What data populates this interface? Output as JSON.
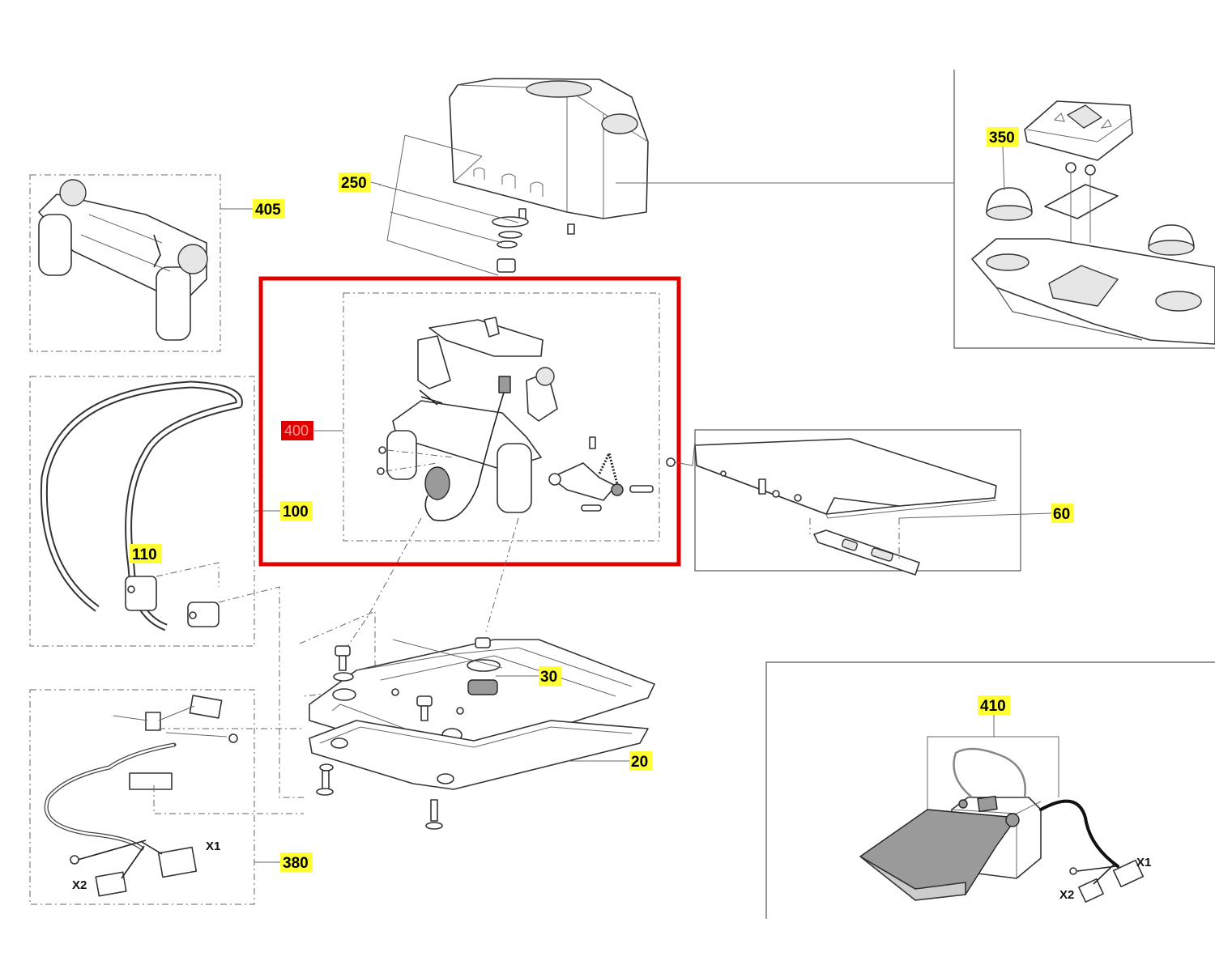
{
  "callouts": {
    "c405": "405",
    "c250": "250",
    "c350": "350",
    "c400": "400",
    "c100": "100",
    "c110": "110",
    "c60": "60",
    "c30": "30",
    "c20": "20",
    "c410": "410",
    "c380": "380"
  },
  "connectors": {
    "harness_x1": "X1",
    "harness_x2": "X2",
    "pedal_x1": "X1",
    "pedal_x2": "X2"
  },
  "colors": {
    "callout_fill": "#ffff33",
    "highlight_fill": "#e00000",
    "selection_frame": "#e00000"
  },
  "selected_callout": "400"
}
